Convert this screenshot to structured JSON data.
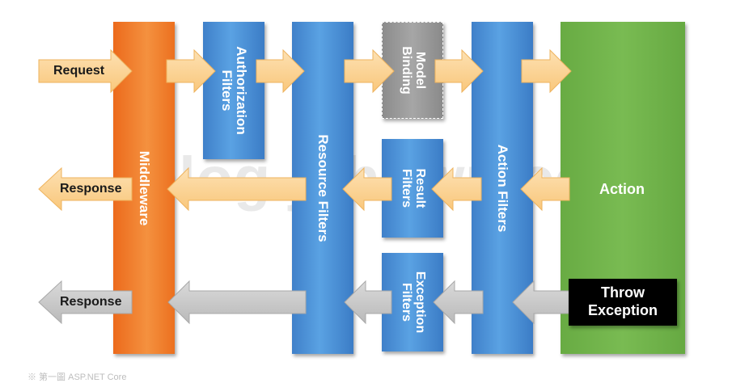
{
  "request_label": "Request",
  "response_label": "Response",
  "exception_response_label": "Response",
  "middleware_label": "Middleware",
  "authorization_filters_label": "Authorization Filters",
  "resource_filters_label": "Resource Filters",
  "model_binding_label": "Model Binding",
  "result_filters_label": "Result Filters",
  "exception_filters_label": "Exception Filters",
  "action_filters_label": "Action Filters",
  "action_label": "Action",
  "throw_exception_label": "Throw Exception",
  "watermark_text": "blog.johnwu.cc",
  "footer_text": "※ 第一圖 ASP.NET Core",
  "colors": {
    "middleware": "#f07a2a",
    "filter_blue": "#4a90d9",
    "model_binding": "#9b9b9b",
    "action": "#6fb04a",
    "arrow_yellow": "#fcd59a",
    "arrow_yellow_edge": "#f0b860",
    "arrow_gray": "#c8c8c8",
    "arrow_gray_edge": "#a8a8a8",
    "throw_bg": "#000000"
  }
}
